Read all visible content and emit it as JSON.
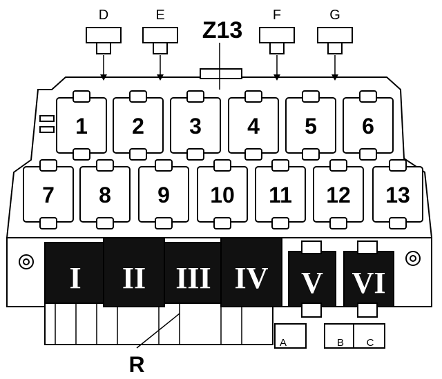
{
  "title": "Z13",
  "connectors": [
    "D",
    "E",
    "F",
    "G"
  ],
  "relays_top": [
    "1",
    "2",
    "3",
    "4",
    "5",
    "6"
  ],
  "relays_bottom": [
    "7",
    "8",
    "9",
    "10",
    "11",
    "12",
    "13"
  ],
  "fuse_blocks": [
    "I",
    "II",
    "III",
    "IV",
    "V",
    "VI"
  ],
  "plugs": [
    "A",
    "B",
    "C"
  ],
  "pointer_label": "R"
}
